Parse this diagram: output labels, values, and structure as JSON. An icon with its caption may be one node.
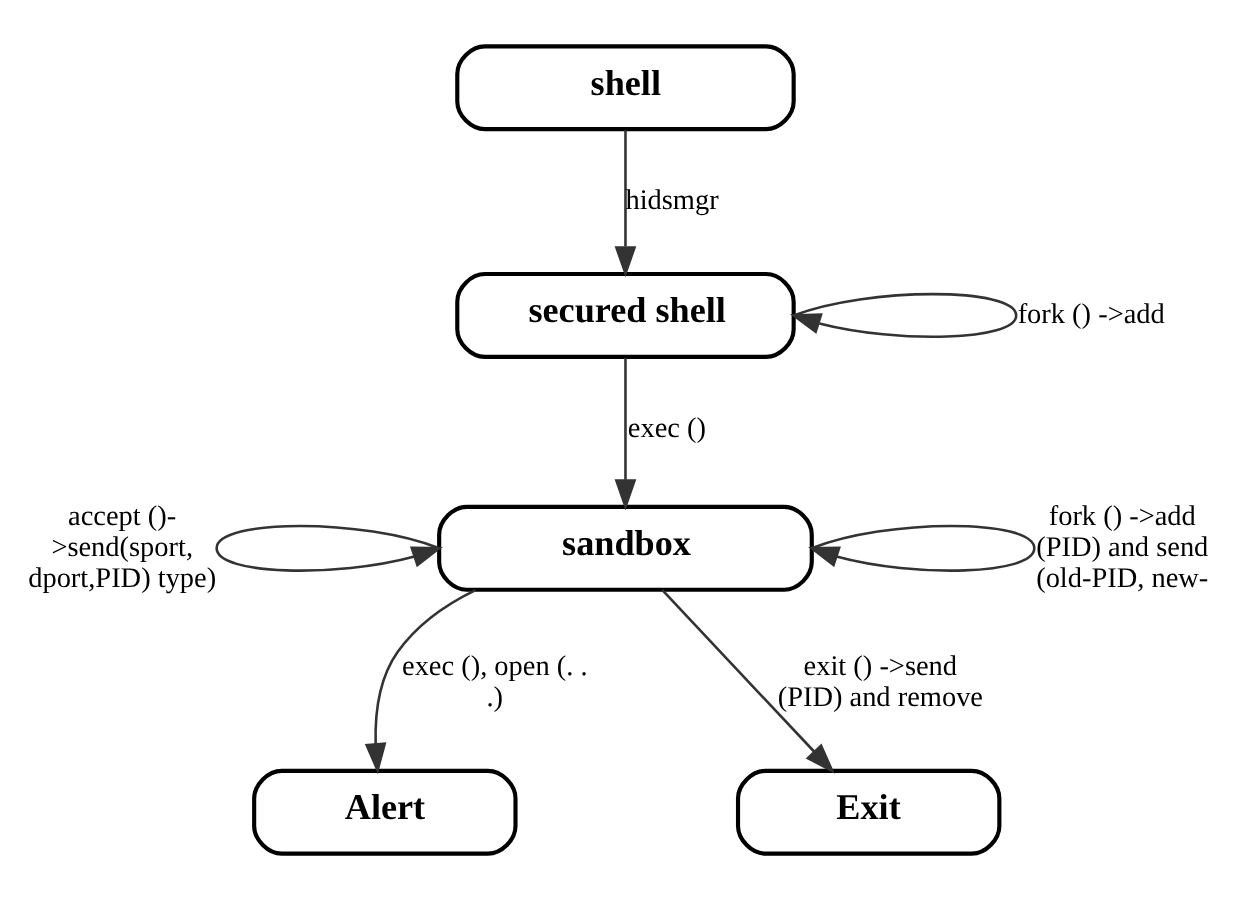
{
  "diagram": {
    "nodes": [
      {
        "text": [
          "shell"
        ]
      },
      {
        "text": [
          "secured shell"
        ]
      },
      {
        "text": [
          "sandbox"
        ]
      },
      {
        "text": [
          "Alert"
        ]
      },
      {
        "text": [
          "Exit"
        ]
      }
    ],
    "edges": [
      {
        "from": 0,
        "to": 1,
        "arrow": "to",
        "label": "hidsmgr"
      },
      {
        "from": 1,
        "to": 1,
        "arrow": "to",
        "label": "fork () ->add"
      },
      {
        "from": 1,
        "to": 2,
        "arrow": "to",
        "label": "exec ()"
      },
      {
        "from": 2,
        "to": 2,
        "arrow": "to",
        "label": "accept ()- >send(sport, dport,PID) type)"
      },
      {
        "from": 2,
        "to": 2,
        "arrow": "to",
        "label": "fork () ->add (PID) and send (old-PID, new-"
      },
      {
        "from": 2,
        "to": 3,
        "arrow": "to",
        "label": "exec (), open (. . .)"
      },
      {
        "from": 2,
        "to": 4,
        "arrow": "to",
        "label": "exit () ->send (PID) and remove"
      }
    ]
  }
}
